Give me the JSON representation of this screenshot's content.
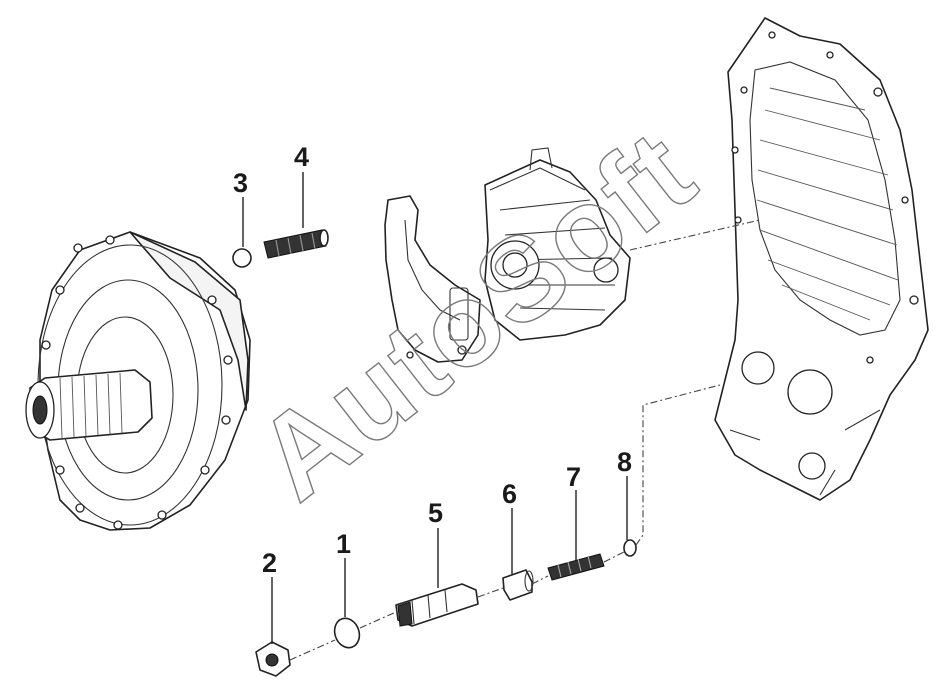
{
  "watermark": "AutoSoft",
  "callouts": [
    {
      "id": "c1",
      "label": "1"
    },
    {
      "id": "c2",
      "label": "2"
    },
    {
      "id": "c3",
      "label": "3"
    },
    {
      "id": "c4",
      "label": "4"
    },
    {
      "id": "c5",
      "label": "5"
    },
    {
      "id": "c6",
      "label": "6"
    },
    {
      "id": "c7",
      "label": "7"
    },
    {
      "id": "c8",
      "label": "8"
    }
  ]
}
